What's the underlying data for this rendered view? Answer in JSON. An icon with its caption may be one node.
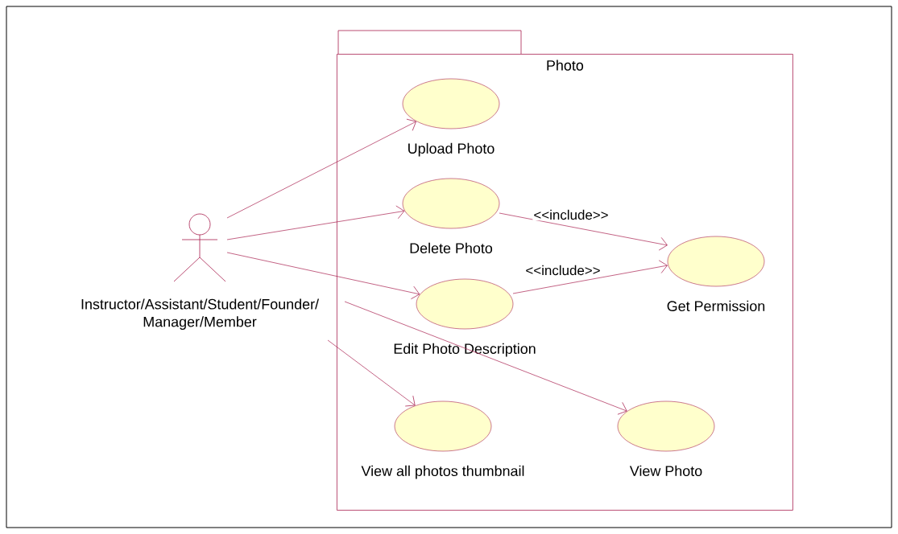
{
  "diagram": {
    "nodes": [
      {
        "text": [
          "Photo"
        ]
      },
      {
        "text": [
          "Instructor/Assistant/Student/Founder/ Manager/Member"
        ]
      },
      {
        "text": [
          "Upload Photo"
        ],
        "in": 0
      },
      {
        "text": [
          "Delete Photo"
        ],
        "in": 0
      },
      {
        "text": [
          "Edit Photo Description"
        ],
        "in": 0
      },
      {
        "text": [
          "Get Permission"
        ],
        "in": 0
      },
      {
        "text": [
          "View all photos thumbnail"
        ],
        "in": 0
      },
      {
        "text": [
          "View Photo"
        ],
        "in": 0
      }
    ],
    "edges": [
      {
        "from": 1,
        "to": 2,
        "arrow": "to"
      },
      {
        "from": 1,
        "to": 3,
        "arrow": "to"
      },
      {
        "from": 1,
        "to": 4,
        "arrow": "to"
      },
      {
        "from": 3,
        "to": 5,
        "arrow": "to",
        "label": "<<include>>"
      },
      {
        "from": 4,
        "to": 5,
        "arrow": "to",
        "label": "<<include>>"
      },
      {
        "from": 1,
        "to": 6,
        "arrow": "to"
      },
      {
        "from": 1,
        "to": 7,
        "arrow": "to"
      }
    ]
  }
}
